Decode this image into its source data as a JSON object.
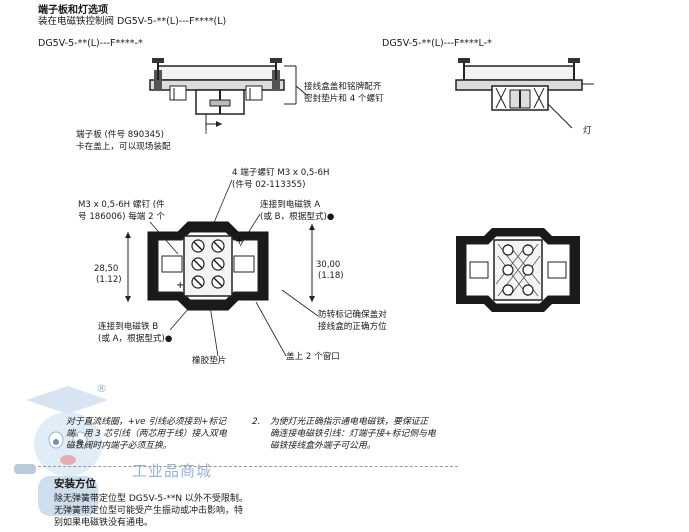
{
  "header": {
    "title": "端子板和灯选项",
    "subtitle": "装在电磁铁控制阀 DG5V-5-**(L)---F****(L)"
  },
  "models": {
    "left": "DG5V-5-**(L)---F****-*",
    "right": "DG5V-5-**(L)---F****L-*"
  },
  "labels": {
    "gasket": [
      "接线盒盖和铭牌配齐",
      "密封垫片和 4 个螺钉"
    ],
    "lamp": "灯",
    "terminal_board": [
      "端子板 (件号 890345)",
      "卡在盖上，可以现场装配"
    ],
    "terminal_screw": [
      "4 端子螺钉 M3 x 0,5-6H",
      "(件号 02-113355)"
    ],
    "m3_screw": [
      "M3 x 0,5-6H 螺钉 (件",
      "号 186006) 每端 2 个"
    ],
    "solenoid_a": [
      "连接到电磁铁 A",
      "(或 B，根据型式)●"
    ],
    "solenoid_b": [
      "连接到电磁铁 B",
      "(或 A，根据型式)●"
    ],
    "orientation": [
      "防转标记确保盖对",
      "接线盒的正确方位"
    ],
    "rubber_gasket": "橡胶垫片",
    "window": "盖上 2 个窗口"
  },
  "dimensions": {
    "left_mm": "28,50",
    "left_in": "(1.12)",
    "right_mm": "30,00",
    "right_in": "(1.18)"
  },
  "notes": {
    "note1": [
      "对于直流线圈，+ve 引线必须接到+标记",
      "端。用 3 芯引线（两芯用于线）接入双电",
      "磁铁阀时内端子必须互换。"
    ],
    "note2_num": "2.",
    "note2": [
      "为使灯光正确指示通电电磁铁，要保证正",
      "确连接电磁铁引线：灯端子接+标记侧与电",
      "磁铁接线盒外端子可公用。"
    ]
  },
  "install": {
    "title": "安装方位",
    "lines": [
      "除无弹簧带定位型 DG5V-5-**N 以外不受限制。",
      "无弹簧带定位型可能受产生振动或冲击影响，特",
      "别如果电磁铁没有通电。"
    ]
  },
  "watermark": {
    "text": "工业品商城",
    "registered": "®"
  }
}
